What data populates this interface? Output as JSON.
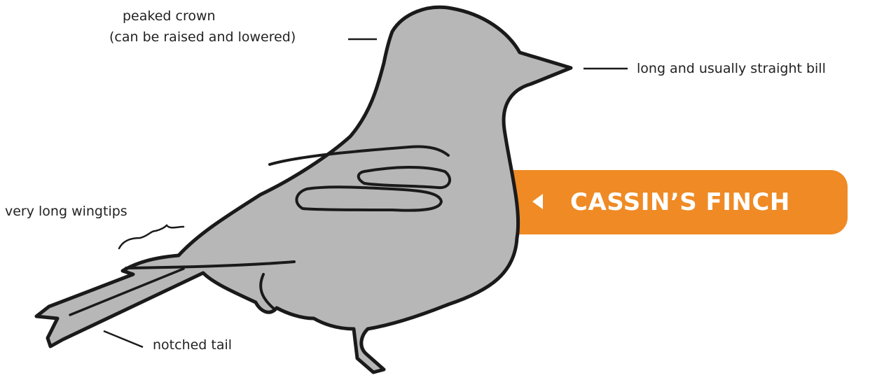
{
  "annotations": {
    "crown_line1": "peaked crown",
    "crown_line2": "(can be raised and lowered)",
    "bill": "long and usually straight bill",
    "wingtips": "very long wingtips",
    "tail": "notched tail"
  },
  "species_banner": {
    "name": "CASSIN’S FINCH",
    "color": "#ef8a25",
    "arrow_icon": "triangle-left-icon"
  },
  "bird": {
    "fill_color": "#b7b7b7",
    "outline_color": "#1a1a1a"
  }
}
